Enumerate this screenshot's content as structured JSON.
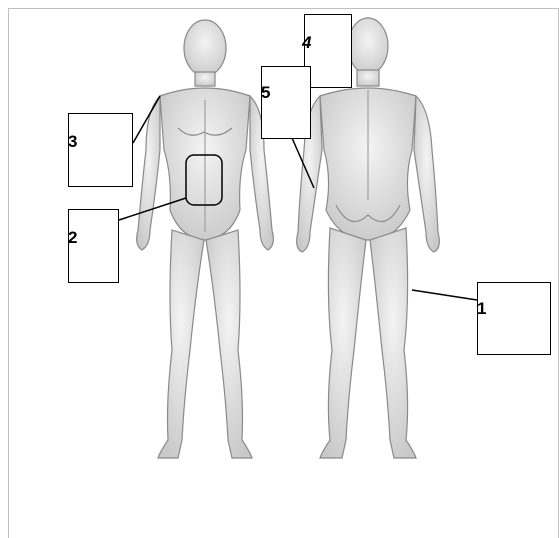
{
  "diagram": {
    "labels": [
      {
        "id": "label-1",
        "number": "1"
      },
      {
        "id": "label-2",
        "number": "2"
      },
      {
        "id": "label-3",
        "number": "3"
      },
      {
        "id": "label-4",
        "number": "4"
      },
      {
        "id": "label-5",
        "number": "5"
      }
    ],
    "colors": {
      "figure_fill": "#e6e6e6",
      "figure_shade": "#c8c8c8",
      "figure_line": "#7a7a7a",
      "leader_line": "#000000"
    }
  }
}
